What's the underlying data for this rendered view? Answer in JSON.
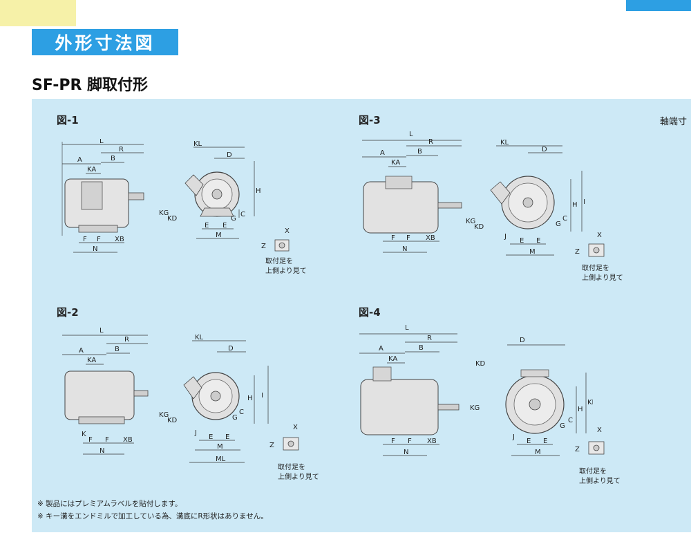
{
  "section_title": "外形寸法図",
  "subtitle": "SF-PR 脚取付形",
  "side_label": "軸端寸",
  "figures": [
    {
      "label": "図-1",
      "side": {
        "L": "L",
        "A": "A",
        "R": "R",
        "B": "B",
        "KA": "KA",
        "F1": "F",
        "F2": "F",
        "XB": "XB",
        "N": "N"
      },
      "front": {
        "KL": "KL",
        "D": "D",
        "H": "H",
        "KG": "KG",
        "KD": "KD",
        "G": "G",
        "C": "C",
        "E1": "E",
        "E2": "E",
        "M": "M"
      },
      "foot": {
        "X": "X",
        "Z": "Z",
        "caption1": "取付足を",
        "caption2": "上側より見て"
      }
    },
    {
      "label": "図-2",
      "side": {
        "L": "L",
        "A": "A",
        "R": "R",
        "B": "B",
        "KA": "KA",
        "F1": "F",
        "F2": "F",
        "XB": "XB",
        "N": "N",
        "K": "K"
      },
      "front": {
        "KL": "KL",
        "D": "D",
        "H": "H",
        "I": "I",
        "KG": "KG",
        "KD": "KD",
        "G": "G",
        "C": "C",
        "J": "J",
        "E1": "E",
        "E2": "E",
        "M": "M",
        "ML": "ML"
      },
      "foot": {
        "X": "X",
        "Z": "Z",
        "caption1": "取付足を",
        "caption2": "上側より見て"
      }
    },
    {
      "label": "図-3",
      "side": {
        "L": "L",
        "A": "A",
        "R": "R",
        "B": "B",
        "KA": "KA",
        "F1": "F",
        "F2": "F",
        "XB": "XB",
        "N": "N"
      },
      "front": {
        "KL": "KL",
        "D": "D",
        "H": "H",
        "I": "I",
        "KG": "KG",
        "KD": "KD",
        "G": "G",
        "C": "C",
        "J": "J",
        "E1": "E",
        "E2": "E",
        "M": "M"
      },
      "foot": {
        "X": "X",
        "Z": "Z",
        "caption1": "取付足を",
        "caption2": "上側より見て"
      }
    },
    {
      "label": "図-4",
      "side": {
        "L": "L",
        "A": "A",
        "R": "R",
        "B": "B",
        "KA": "KA",
        "F1": "F",
        "F2": "F",
        "XB": "XB",
        "N": "N"
      },
      "front": {
        "D": "D",
        "KD": "KD",
        "KG": "KG",
        "H": "H",
        "KP": "KP",
        "G": "G",
        "C": "C",
        "J": "J",
        "E1": "E",
        "E2": "E",
        "M": "M"
      },
      "foot": {
        "X": "X",
        "Z": "Z",
        "caption1": "取付足を",
        "caption2": "上側より見て"
      }
    }
  ],
  "notes": [
    "※ 製品にはプレミアムラベルを貼付します。",
    "※ キー溝をエンドミルで加工している為、溝底にR形状はありません。"
  ]
}
